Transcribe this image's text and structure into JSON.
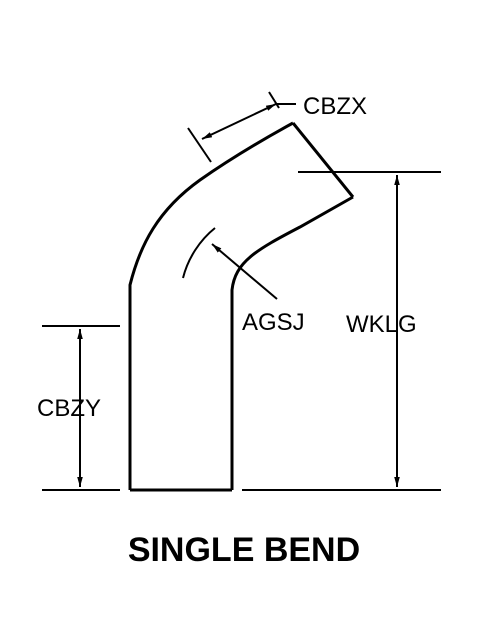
{
  "labels": {
    "bend_width": "CBZX",
    "leg_length": "CBZY",
    "bend_angle": "AGSJ",
    "overall_height": "WKLG"
  },
  "title": "SINGLE BEND",
  "colors": {
    "line": "#000000",
    "background": "#ffffff"
  }
}
